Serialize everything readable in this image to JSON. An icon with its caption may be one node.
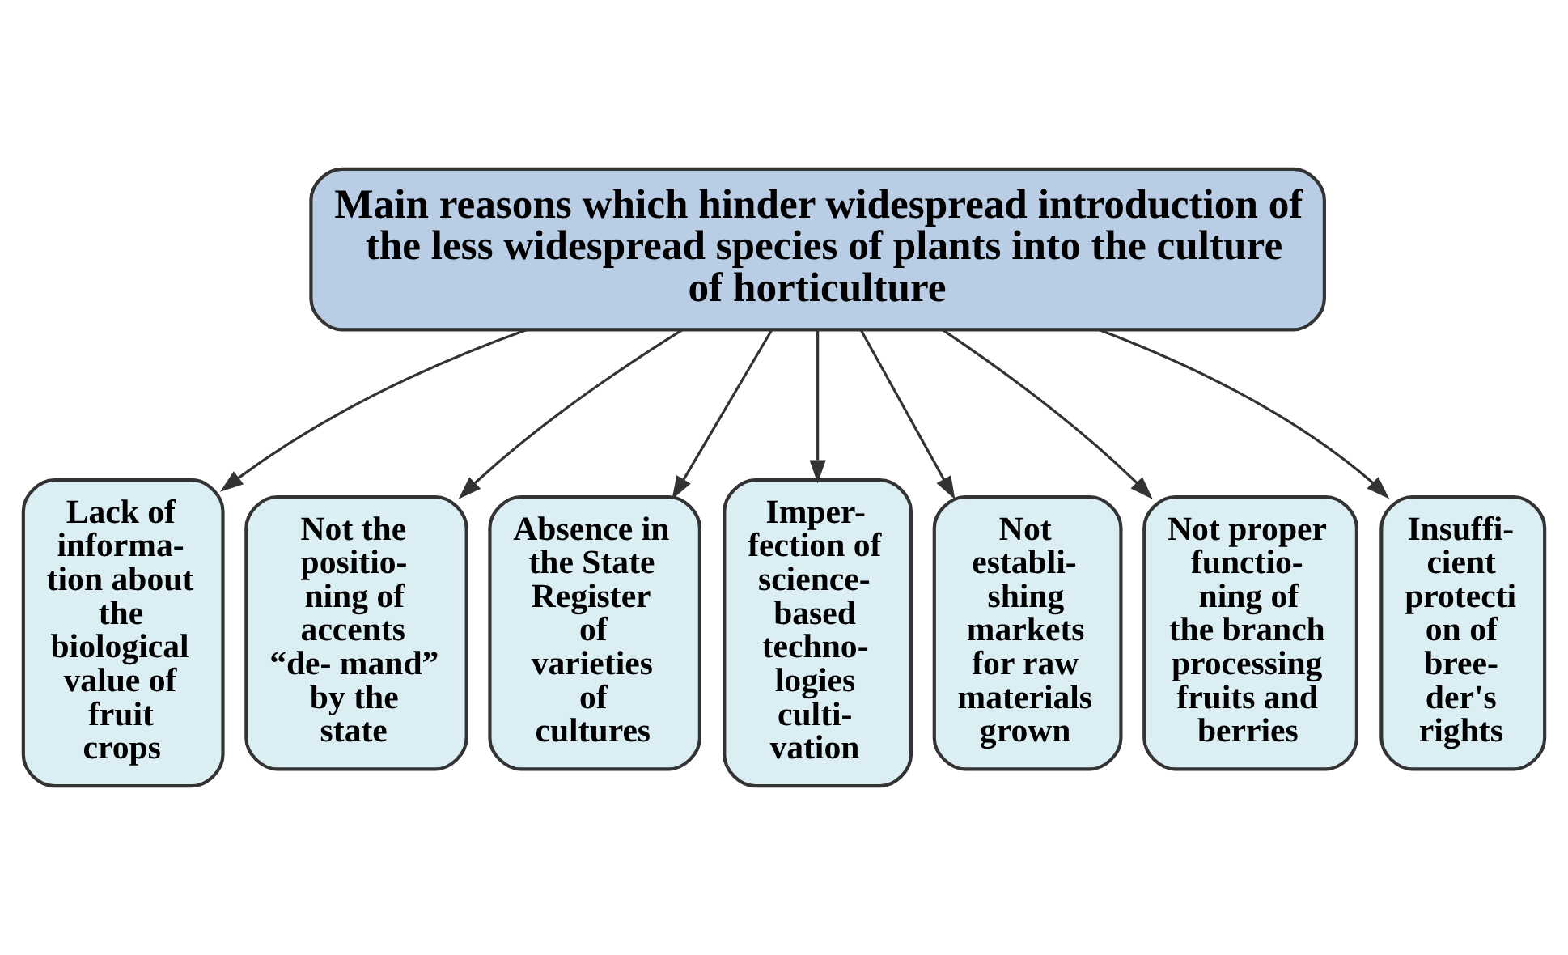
{
  "diagram": {
    "nodes": [
      {
        "text": [
          "Main reasons which hinder widespread introduction of the less widespread species of plants into the culture of horticulture"
        ]
      },
      {
        "text": [
          "Lack of informa- tion about the biological value of fruit crops"
        ]
      },
      {
        "text": [
          "Not the positio- ning of accents “de- mand” by the state"
        ]
      },
      {
        "text": [
          "Absence in the State Register of varieties of cultures"
        ]
      },
      {
        "text": [
          "Imper- fection of science- based techno- logies culti- vation"
        ]
      },
      {
        "text": [
          "Not establi- shing markets for raw materials grown"
        ]
      },
      {
        "text": [
          "Not proper functio- ning of the branch processing fruits and berries"
        ]
      },
      {
        "text": [
          "Insuffi- cient protecti on of bree- der's rights"
        ]
      }
    ],
    "edges": [
      {
        "from": 0,
        "to": 1,
        "arrow": "to"
      },
      {
        "from": 0,
        "to": 2,
        "arrow": "to"
      },
      {
        "from": 0,
        "to": 3,
        "arrow": "to"
      },
      {
        "from": 0,
        "to": 4,
        "arrow": "to"
      },
      {
        "from": 0,
        "to": 5,
        "arrow": "to"
      },
      {
        "from": 0,
        "to": 6,
        "arrow": "to"
      },
      {
        "from": 0,
        "to": 7,
        "arrow": "to"
      }
    ]
  }
}
